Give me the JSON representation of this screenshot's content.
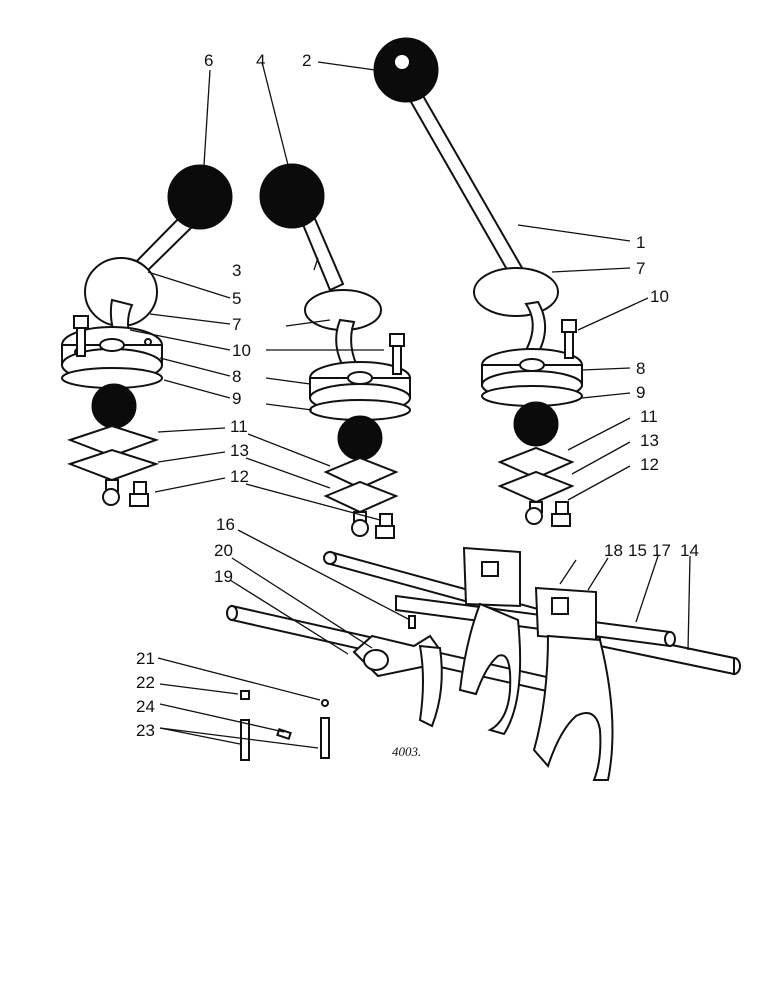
{
  "callouts": {
    "c1": "1",
    "c2": "2",
    "c3": "3",
    "c4": "4",
    "c5": "5",
    "c6": "6",
    "c7a": "7",
    "c7b": "7",
    "c8a": "8",
    "c8b": "8",
    "c9a": "9",
    "c9b": "9",
    "c10a": "10",
    "c10b": "10",
    "c11a": "11",
    "c11b": "11",
    "c12a": "12",
    "c12b": "12",
    "c13a": "13",
    "c13b": "13",
    "c14": "14",
    "c15": "15",
    "c16": "16",
    "c17": "17",
    "c18": "18",
    "c19": "19",
    "c20": "20",
    "c21": "21",
    "c22": "22",
    "c23": "23",
    "c24": "24"
  },
  "figure_number": "4003."
}
